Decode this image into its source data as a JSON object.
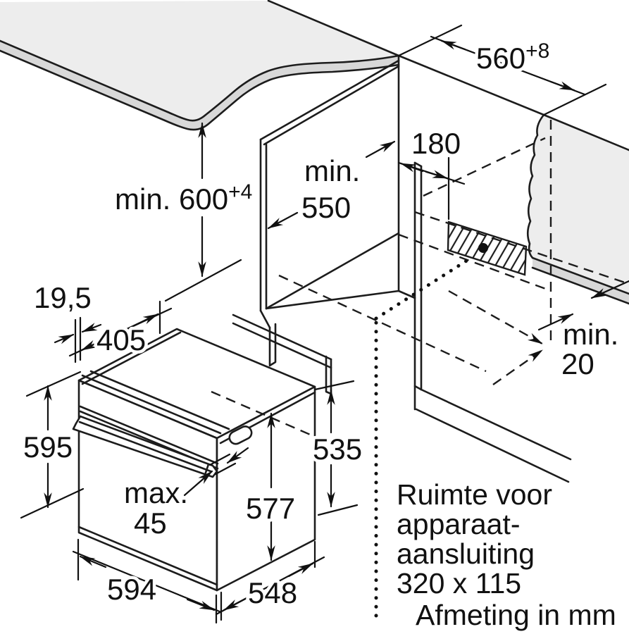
{
  "diagram": {
    "kind": "built-in oven installation drawing",
    "unit_note": "Afmeting in mm"
  },
  "dimensions": {
    "niche_width": {
      "value": "560",
      "tolerance": "+8"
    },
    "niche_height": {
      "value": "min. 600",
      "tolerance": "+4"
    },
    "niche_depth": {
      "line1": "min.",
      "line2": "550"
    },
    "connection_offset": {
      "value": "180"
    },
    "rear_gap": {
      "line1": "min.",
      "line2": "20"
    },
    "front_overhang": {
      "value": "19,5"
    },
    "top_depth": {
      "value": "405"
    },
    "oven_height": {
      "value": "595"
    },
    "handle_clearance": {
      "line1": "max.",
      "line2": "45"
    },
    "body_height": {
      "value": "577"
    },
    "body_rear_height": {
      "value": "535"
    },
    "oven_width": {
      "value": "594"
    },
    "body_depth": {
      "value": "548"
    }
  },
  "annotation": {
    "line1": "Ruimte voor",
    "line2": "apparaat-",
    "line3": "aansluiting",
    "line4": "320 x 115"
  },
  "colors": {
    "line": "#1c1c1c",
    "surface_light": "#ededed",
    "surface_edge": "#d8d8d8",
    "background": "#ffffff"
  }
}
